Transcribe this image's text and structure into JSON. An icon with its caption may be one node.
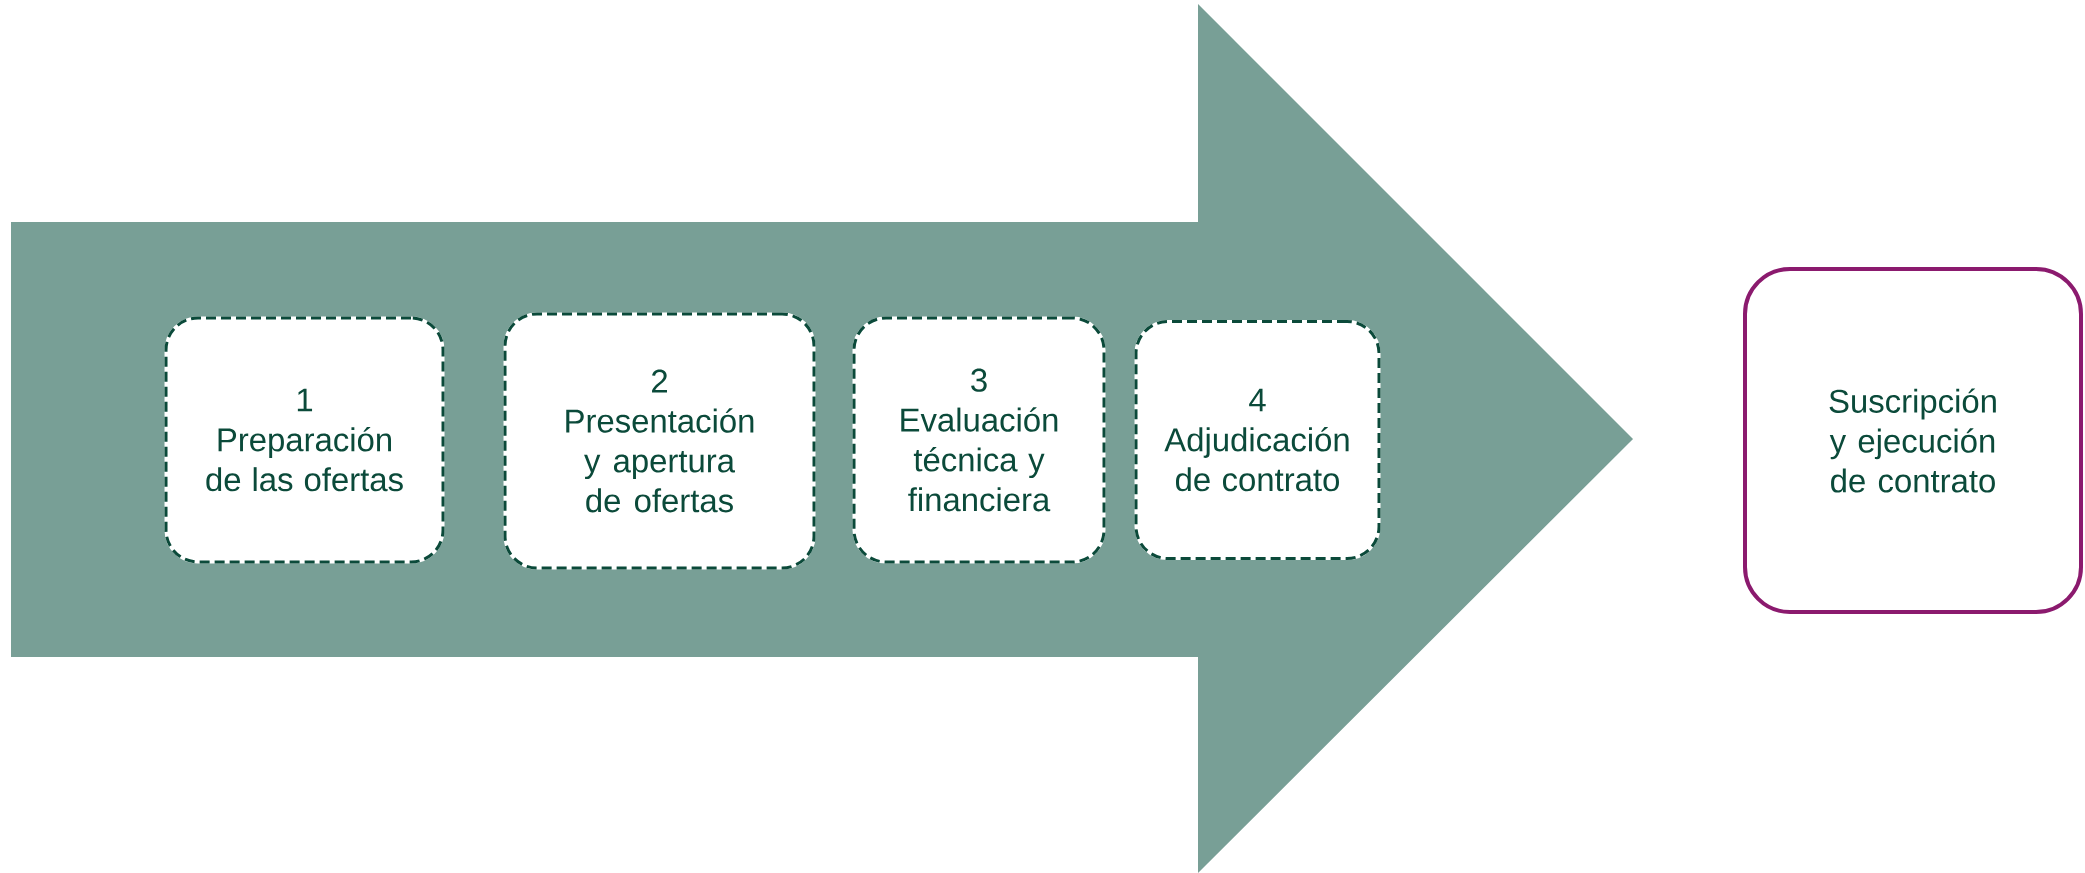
{
  "diagram": {
    "nodes": [
      {
        "text": [],
        "shape": "arrow"
      },
      {
        "text": [
          "1",
          "Preparación de las ofertas"
        ],
        "in": 0
      },
      {
        "text": [
          "2",
          "Presentación y apertura de ofertas"
        ],
        "in": 0
      },
      {
        "text": [
          "3",
          "Evaluación técnica y financiera"
        ],
        "in": 0
      },
      {
        "text": [
          "4",
          "Adjudicación de contrato"
        ],
        "in": 0
      },
      {
        "text": [
          "Suscripción y ejecución de contrato"
        ]
      }
    ]
  }
}
